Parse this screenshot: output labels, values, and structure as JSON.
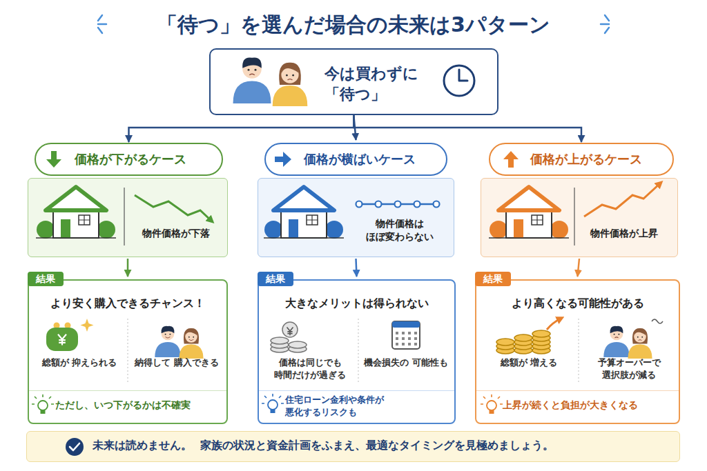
{
  "diagram": {
    "title": "「待つ」を選んだ場合の未来は3パターン",
    "nodes": [
      {
        "text": [
          "今は買わずに 「待つ」"
        ]
      },
      {
        "text": [
          "価格が下がるケース"
        ]
      },
      {
        "text": [
          "物件価格が下落"
        ]
      },
      {
        "text": [
          "結果",
          "より安く購入できるチャンス！"
        ]
      },
      {
        "text": [
          "総額が 抑えられる"
        ],
        "in": 3
      },
      {
        "text": [
          "納得して 購入できる"
        ],
        "in": 3
      },
      {
        "text": [
          "ただし、いつ下がるかは不確実"
        ],
        "in": 3
      },
      {
        "text": [
          "価格が横ばいケース"
        ]
      },
      {
        "text": [
          "物件価格は ほぼ変わらない"
        ]
      },
      {
        "text": [
          "結果",
          "大きなメリットは得られない"
        ]
      },
      {
        "text": [
          "価格は同じでも 時間だけが過ぎる"
        ],
        "in": 9
      },
      {
        "text": [
          "機会損失の 可能性も"
        ],
        "in": 9
      },
      {
        "text": [
          "住宅ローン金利や条件が 悪化するリスクも"
        ],
        "in": 9
      },
      {
        "text": [
          "価格が上がるケース"
        ]
      },
      {
        "text": [
          "物件価格が上昇"
        ]
      },
      {
        "text": [
          "結果",
          "より高くなる可能性がある"
        ]
      },
      {
        "text": [
          "総額が 増える"
        ],
        "in": 15
      },
      {
        "text": [
          "予算オーバーで 選択肢が減る"
        ],
        "in": 15
      },
      {
        "text": [
          "上昇が続くと負担が大きくなる"
        ],
        "in": 15
      },
      {
        "text": [
          "未来は読めません。",
          "家族の状況と資金計画をふまえ、最適なタイミングを見極めましょう。"
        ]
      }
    ],
    "edges": [
      {
        "from": 0,
        "to": 1,
        "arrow": "to"
      },
      {
        "from": 0,
        "to": 7,
        "arrow": "to"
      },
      {
        "from": 0,
        "to": 13,
        "arrow": "to"
      },
      {
        "from": 2,
        "to": 3,
        "arrow": "to"
      },
      {
        "from": 8,
        "to": 9,
        "arrow": "to"
      },
      {
        "from": 14,
        "to": 15,
        "arrow": "to"
      }
    ]
  }
}
